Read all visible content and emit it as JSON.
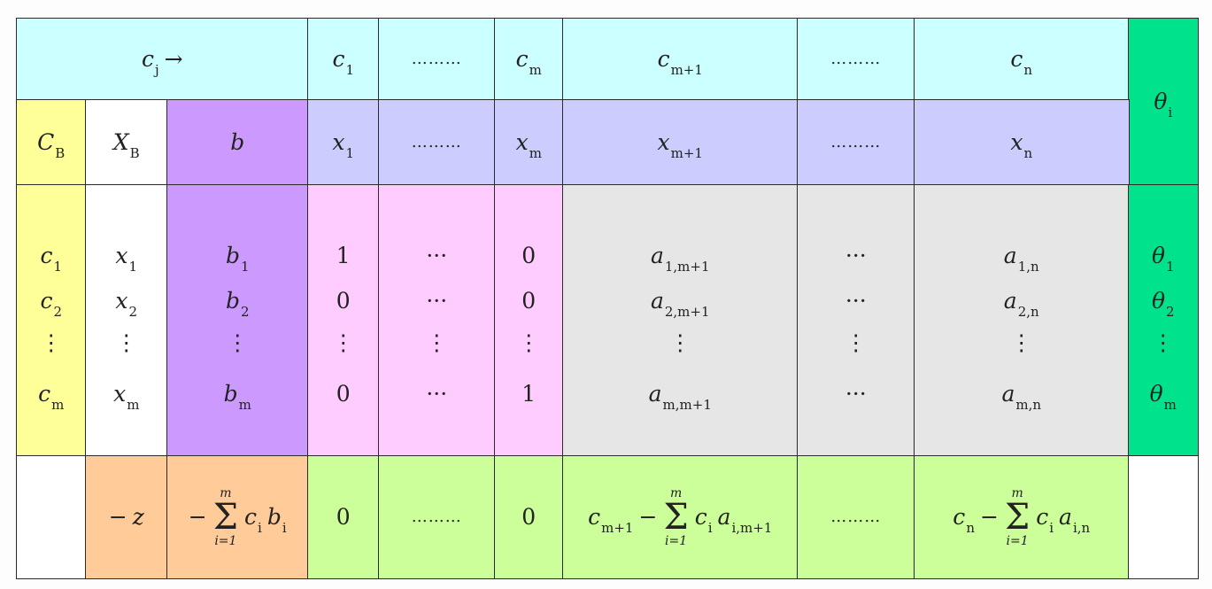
{
  "header_row": {
    "cj_label": [
      {
        "b": "c",
        "s": "j"
      },
      " →"
    ],
    "columns": [
      [
        {
          "b": "c",
          "s": "1"
        }
      ],
      [
        "……… "
      ],
      [
        {
          "b": "c",
          "s": "m"
        }
      ],
      [
        {
          "b": "c",
          "s": "m+1"
        }
      ],
      [
        "……… "
      ],
      [
        {
          "b": "c",
          "s": "n"
        }
      ]
    ],
    "theta": [
      {
        "b": "θ",
        "s": "i"
      }
    ]
  },
  "variable_row": {
    "cb": [
      {
        "b": "C",
        "s": "B"
      }
    ],
    "xb": [
      {
        "b": "X",
        "s": "B"
      }
    ],
    "b": [
      {
        "b": "b",
        "s": ""
      }
    ],
    "columns": [
      [
        {
          "b": "x",
          "s": "1"
        }
      ],
      [
        "……… "
      ],
      [
        {
          "b": "x",
          "s": "m"
        }
      ],
      [
        {
          "b": "x",
          "s": "m+1"
        }
      ],
      [
        "……… "
      ],
      [
        {
          "b": "x",
          "s": "n"
        }
      ]
    ]
  },
  "body": {
    "cb": [
      [
        {
          "b": "c",
          "s": "1"
        }
      ],
      [
        {
          "b": "c",
          "s": "2"
        }
      ],
      [
        "⋮"
      ],
      [
        {
          "b": "c",
          "s": "m"
        }
      ]
    ],
    "xb": [
      [
        {
          "b": "x",
          "s": "1"
        }
      ],
      [
        {
          "b": "x",
          "s": "2"
        }
      ],
      [
        "⋮"
      ],
      [
        {
          "b": "x",
          "s": "m"
        }
      ]
    ],
    "b": [
      [
        {
          "b": "b",
          "s": "1"
        }
      ],
      [
        {
          "b": "b",
          "s": "2"
        }
      ],
      [
        "⋮"
      ],
      [
        {
          "b": "b",
          "s": "m"
        }
      ]
    ],
    "columns": [
      [
        [
          "1"
        ],
        [
          "0"
        ],
        [
          "⋮"
        ],
        [
          "0"
        ]
      ],
      [
        [
          "···"
        ],
        [
          "···"
        ],
        [
          "⋮"
        ],
        [
          "···"
        ]
      ],
      [
        [
          "0"
        ],
        [
          "0"
        ],
        [
          "⋮"
        ],
        [
          "1"
        ]
      ],
      [
        [
          {
            "b": "a",
            "s": "1,m+1"
          }
        ],
        [
          {
            "b": "a",
            "s": "2,m+1"
          }
        ],
        [
          "⋮"
        ],
        [
          {
            "b": "a",
            "s": "m,m+1"
          }
        ]
      ],
      [
        [
          "···"
        ],
        [
          "···"
        ],
        [
          "⋮"
        ],
        [
          "···"
        ]
      ],
      [
        [
          {
            "b": "a",
            "s": "1,n"
          }
        ],
        [
          {
            "b": "a",
            "s": "2,n"
          }
        ],
        [
          "⋮"
        ],
        [
          {
            "b": "a",
            "s": "m,n"
          }
        ]
      ]
    ],
    "theta": [
      [
        {
          "b": "θ",
          "s": "1"
        }
      ],
      [
        {
          "b": "θ",
          "s": "2"
        }
      ],
      [
        "⋮"
      ],
      [
        {
          "b": "θ",
          "s": "m"
        }
      ]
    ]
  },
  "test_row": {
    "z": [
      "−",
      {
        "b": "z",
        "s": ""
      }
    ],
    "objective": [
      "−",
      {
        "sum": "Σ",
        "top": "m",
        "bot": "i=1"
      },
      {
        "b": "c",
        "s": "i"
      },
      {
        "b": "b",
        "s": "i"
      }
    ],
    "columns": [
      [
        "0"
      ],
      [
        "……… "
      ],
      [
        "0"
      ],
      [
        {
          "b": "c",
          "s": "m+1"
        },
        "−",
        {
          "sum": "Σ",
          "top": "m",
          "bot": "i=1"
        },
        {
          "b": "c",
          "s": "i"
        },
        {
          "b": "a",
          "s": "i,m+1"
        }
      ],
      [
        "……… "
      ],
      [
        {
          "b": "c",
          "s": "n"
        },
        "−",
        {
          "sum": "Σ",
          "top": "m",
          "bot": "i=1"
        },
        {
          "b": "c",
          "s": "i"
        },
        {
          "b": "a",
          "s": "i,n"
        }
      ]
    ]
  },
  "colors": {
    "header": "#ccffff",
    "cb": "#ffff99",
    "b": "#cc99ff",
    "variables": "#ccccff",
    "basis": "#ffccff",
    "nonbasis": "#e6e6e6",
    "theta": "#00e38c",
    "test": "#ccff99",
    "z": "#ffcc99"
  }
}
